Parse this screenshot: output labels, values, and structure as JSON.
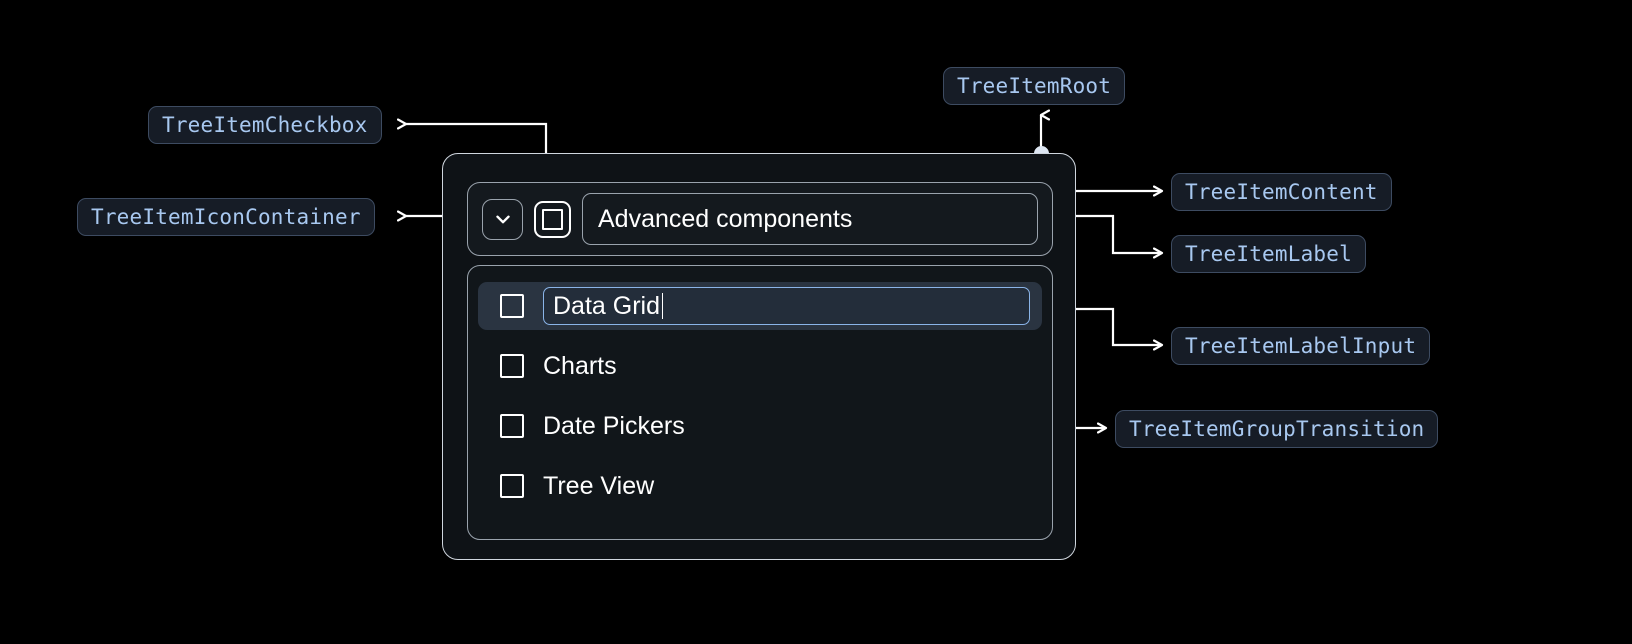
{
  "annotations": [
    {
      "id": "tree-item-checkbox",
      "label": "TreeItemCheckbox"
    },
    {
      "id": "tree-item-icon-container",
      "label": "TreeItemIconContainer"
    },
    {
      "id": "tree-item-root",
      "label": "TreeItemRoot"
    },
    {
      "id": "tree-item-content",
      "label": "TreeItemContent"
    },
    {
      "id": "tree-item-label",
      "label": "TreeItemLabel"
    },
    {
      "id": "tree-item-label-input",
      "label": "TreeItemLabelInput"
    },
    {
      "id": "tree-item-group-transition",
      "label": "TreeItemGroupTransition"
    }
  ],
  "tree": {
    "parent": {
      "label": "Advanced components",
      "expanded": true,
      "checkbox_checked": false,
      "expand_icon": "chevron-down-icon"
    },
    "children": [
      {
        "label": "Data Grid",
        "editing": true,
        "checked": false
      },
      {
        "label": "Charts",
        "editing": false,
        "checked": false
      },
      {
        "label": "Date Pickers",
        "editing": false,
        "checked": false
      },
      {
        "label": "Tree View",
        "editing": false,
        "checked": false
      }
    ]
  },
  "colors": {
    "background": "#000000",
    "badge_fill": "#161c26",
    "badge_border": "#3d4b61",
    "badge_text": "#a8c8f0",
    "connector": "#ffffff",
    "dot": "#dde6f2",
    "card_border": "#cfd6de",
    "inner_border": "#9aa3ad",
    "selected_row": "#2a3441",
    "input_focus_border": "#8ab4e8",
    "text": "#ffffff"
  }
}
